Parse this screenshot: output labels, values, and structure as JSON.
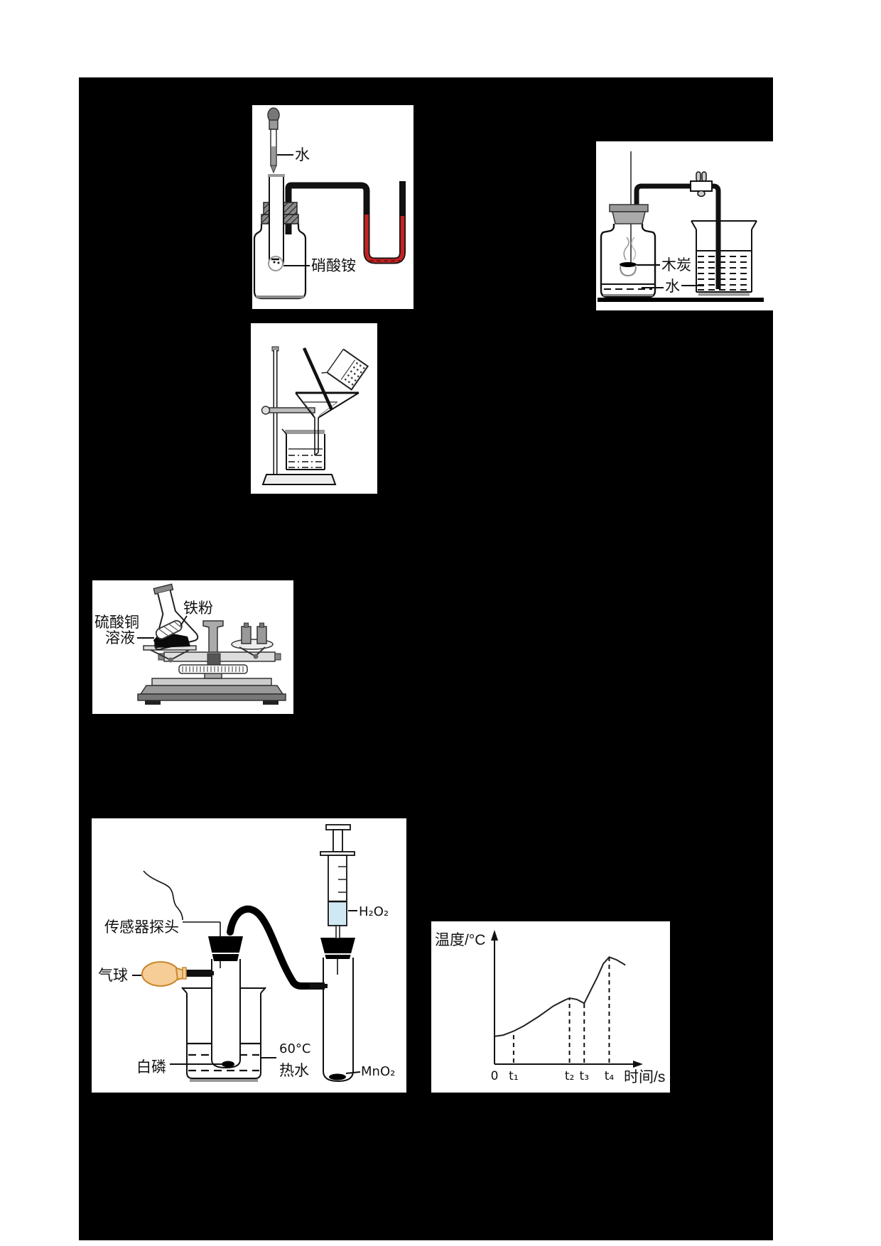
{
  "page": {
    "description": "扫描的化学实验试卷页（黑色底版上嵌入六幅实验装置插图）",
    "background": "#ffffff",
    "board_background": "#000000"
  },
  "colors": {
    "manometer_liquid": "#c32323",
    "balloon_fill": "#f6cd96",
    "balloon_stroke": "#c8862c",
    "h2o2_liquid": "#cfe8f4"
  },
  "panels": {
    "nh4no3": {
      "water_label": "水",
      "sample_label": "硝酸铵"
    },
    "charcoal": {
      "charcoal_label": "木炭",
      "water_label": "水"
    },
    "filtration": {},
    "balance": {
      "solution_label_line1": "硫酸铜",
      "solution_label_line2": "溶液",
      "iron_label": "铁粉"
    },
    "phosphorus": {
      "sensor_label": "传感器探头",
      "balloon_label": "气球",
      "phosphorus_label": "白磷",
      "temp_label": "60°C",
      "hot_water_label": "热水",
      "h2o2_label": "H₂O₂",
      "mno2_label": "MnO₂"
    }
  },
  "chart_data": {
    "type": "line",
    "title": "",
    "xlabel": "时间/s",
    "ylabel": "温度/°C",
    "x_ticks": [
      "0",
      "t₁",
      "t₂",
      "t₃",
      "t₄"
    ],
    "x_tick_positions_norm": [
      0,
      0.13,
      0.51,
      0.61,
      0.78
    ],
    "grid": false,
    "legend": "none",
    "ylim": "unlabeled axis (no numeric scale shown)",
    "annotations": "dashed vertical guide lines rise from the x-axis to the curve at t₁, t₂, t₃ and t₄; curve rises slowly to t₁, climbs to a local maximum at t₂, dips slightly to t₃, rises steeply to a peak at t₄, then declines",
    "series": [
      {
        "name": "温度随时间变化曲线",
        "points_norm": [
          [
            0,
            0.21
          ],
          [
            0.06,
            0.22
          ],
          [
            0.13,
            0.25
          ],
          [
            0.2,
            0.29
          ],
          [
            0.3,
            0.36
          ],
          [
            0.4,
            0.44
          ],
          [
            0.47,
            0.48
          ],
          [
            0.51,
            0.5
          ],
          [
            0.56,
            0.49
          ],
          [
            0.61,
            0.46
          ],
          [
            0.65,
            0.55
          ],
          [
            0.7,
            0.66
          ],
          [
            0.74,
            0.76
          ],
          [
            0.78,
            0.81
          ],
          [
            0.83,
            0.79
          ],
          [
            0.89,
            0.75
          ]
        ]
      }
    ]
  }
}
